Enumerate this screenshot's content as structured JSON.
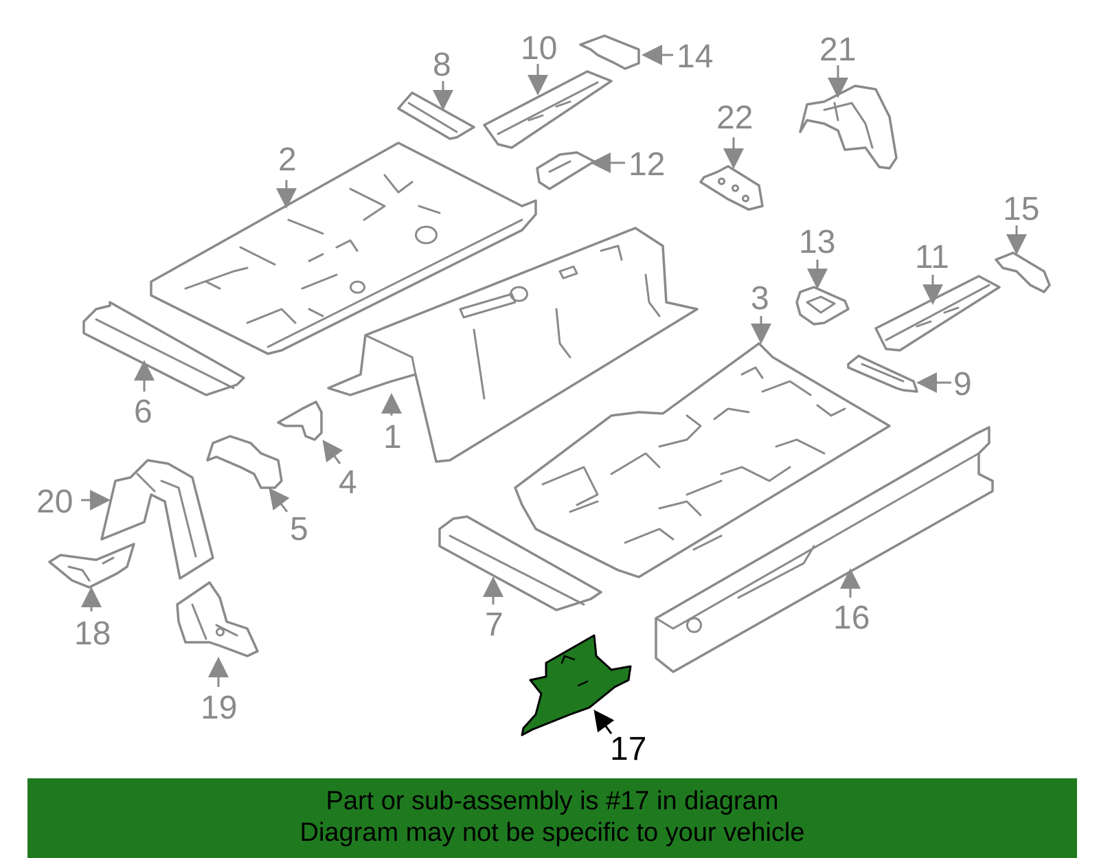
{
  "diagram": {
    "highlighted_part": "17",
    "callouts": [
      "1",
      "2",
      "3",
      "4",
      "5",
      "6",
      "7",
      "8",
      "9",
      "10",
      "11",
      "12",
      "13",
      "14",
      "15",
      "16",
      "17",
      "18",
      "19",
      "20",
      "21",
      "22"
    ],
    "colors": {
      "outline": "#8a8a8a",
      "highlight": "#1f7a1f",
      "active_text": "#000000"
    }
  },
  "banner": {
    "line1": "Part or sub-assembly is #17 in diagram",
    "line2": "Diagram may not be specific to your vehicle"
  }
}
